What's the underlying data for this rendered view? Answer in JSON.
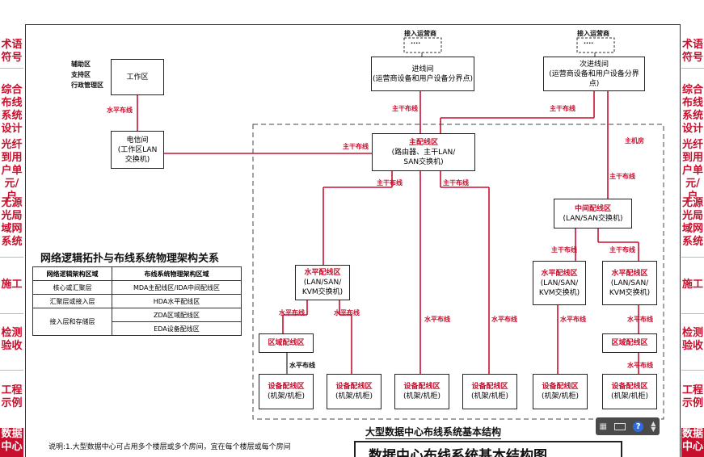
{
  "left_nav": [
    "术语符号",
    "综合布线系统设计",
    "光纤到用户单元/户",
    "无源光局域网系统",
    "施工",
    "检测验收",
    "工程示例",
    "数据中心"
  ],
  "right_nav": [
    "术语符号",
    "综合布线系统设计",
    "光纤到用户单元/户",
    "无源光局域网系统",
    "施工",
    "检测验收",
    "工程示例",
    "数据中心"
  ],
  "diagram": {
    "operator_1": "接入运营商",
    "operator_2": "接入运营商",
    "dots": "····",
    "entrance_room": {
      "line1": "进线间",
      "line2": "(运营商设备和用户设备分界点)"
    },
    "entrance_room_2": {
      "line1": "次进线间",
      "line2": "(运营商设备和用户设备分界点)"
    },
    "work_area": "工作区",
    "zones": [
      "辅助区",
      "支持区",
      "行政管理区"
    ],
    "telecom_room": {
      "line1": "电信间",
      "line2": "(工作区LAN",
      "line3": "交换机)"
    },
    "mda": {
      "line1": "主配线区",
      "line2": "(路由器、主干LAN/",
      "line3": "SAN交换机)"
    },
    "main_room": "主机房",
    "ida": {
      "line1": "中间配线区",
      "line2": "(LAN/SAN交换机)"
    },
    "hda": {
      "line1": "水平配线区",
      "line2": "(LAN/SAN/",
      "line3": "KVM交换机)"
    },
    "zda": "区域配线区",
    "eda": {
      "line1": "设备配线区",
      "line2": "(机架/机柜)"
    },
    "horizontal_cabling": "水平布线",
    "backbone_cabling": "主干布线"
  },
  "mapping": {
    "title": "网络逻辑拓扑与布线系统物理架构关系",
    "headers": [
      "网络逻辑架构区域",
      "布线系统物理架构区域"
    ],
    "rows": [
      [
        "核心或汇聚层",
        "MDA主配线区/IDA中间配线区"
      ],
      [
        "汇聚层或接入层",
        "HDA水平配线区"
      ],
      [
        "接入层和存储层",
        "ZDA区域配线区"
      ],
      [
        "",
        "EDA设备配线区"
      ]
    ]
  },
  "caption": "大型数据中心布线系统基本结构",
  "note": "说明:1.大型数据中心可占用多个楼层或多个房间，宜在每个楼层或每个房间",
  "bottom_title": "数据中心布线系统基本结构图",
  "colors": {
    "accent": "#c8102e",
    "line": "#222222"
  }
}
